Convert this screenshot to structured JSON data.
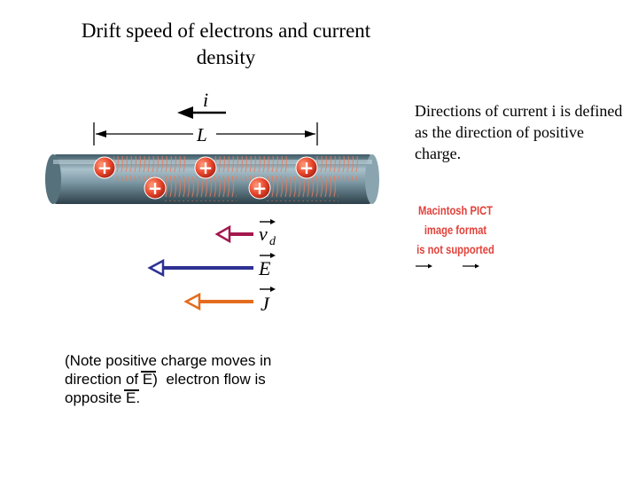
{
  "title": {
    "line1": "Drift speed of electrons and current",
    "line2": "density"
  },
  "side_note": "Directions of current i is defined as the direction of positive charge.",
  "figure": {
    "current_label": "i",
    "length_label": "L",
    "charge_symbol": "+",
    "vectors": {
      "drift_velocity": {
        "symbol": "v",
        "subscript": "d",
        "color": "#a3174f"
      },
      "field": {
        "symbol": "E",
        "color": "#2e3192"
      },
      "current_density": {
        "symbol": "J",
        "color": "#e36c1e"
      }
    },
    "wire_color": "#6e8c9a",
    "charge_color": "#e8452b"
  },
  "placeholder": {
    "line1": "Macintosh PICT",
    "line2": "image format",
    "line3": "is not supported"
  },
  "footnote": {
    "part1": "(Note positive charge moves in",
    "part2": "direction of ",
    "field_symbol_1": "E",
    "part3": ")  electron flow is",
    "part4": "opposite ",
    "field_symbol_2": "E",
    "part5": "."
  }
}
